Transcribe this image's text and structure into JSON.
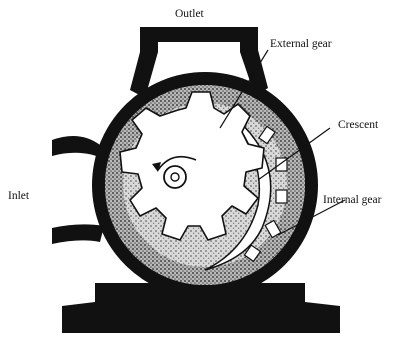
{
  "labels": {
    "outlet": "Outlet",
    "inlet": "Inlet",
    "external_gear": "External gear",
    "crescent": "Crescent",
    "internal_gear": "Internal gear"
  },
  "colors": {
    "ink": "#111111",
    "gear_fill": "#ffffff",
    "stipple": "#8a8a8a",
    "background": "#ffffff"
  }
}
